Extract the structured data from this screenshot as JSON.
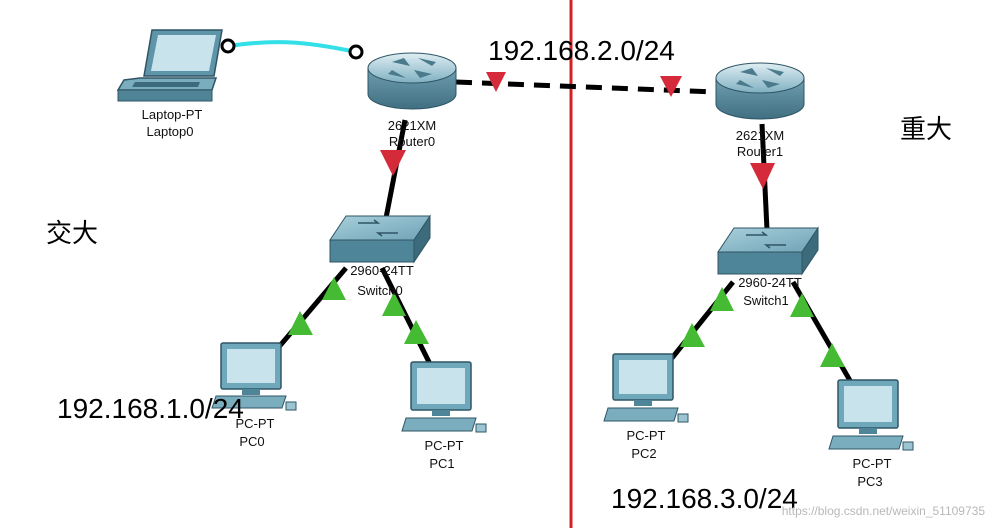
{
  "devices": {
    "laptop0": {
      "model": "Laptop-PT",
      "name": "Laptop0",
      "icon": "laptop-icon"
    },
    "router0": {
      "model": "2621XM",
      "name": "Router0",
      "icon": "router-icon"
    },
    "router1": {
      "model": "2621XM",
      "name": "Router1",
      "icon": "router-icon"
    },
    "switch0": {
      "model": "2960-24TT",
      "name": "Switch0",
      "icon": "switch-icon"
    },
    "switch1": {
      "model": "2960-24TT",
      "name": "Switch1",
      "icon": "switch-icon"
    },
    "pc0": {
      "model": "PC-PT",
      "name": "PC0",
      "icon": "pc-icon"
    },
    "pc1": {
      "model": "PC-PT",
      "name": "PC1",
      "icon": "pc-icon"
    },
    "pc2": {
      "model": "PC-PT",
      "name": "PC2",
      "icon": "pc-icon"
    },
    "pc3": {
      "model": "PC-PT",
      "name": "PC3",
      "icon": "pc-icon"
    }
  },
  "networks": {
    "wan": "192.168.2.0/24",
    "lan_left": "192.168.1.0/24",
    "lan_right": "192.168.3.0/24"
  },
  "zones": {
    "left": "交大",
    "right": "重大"
  },
  "watermark": "https://blog.csdn.net/weixin_51109735",
  "colors": {
    "console_cable": "#33e0e8",
    "divider": "#d42020",
    "link_down": "#d42a3a",
    "link_up": "#44bb33",
    "device_body": "#6fa8ba"
  }
}
